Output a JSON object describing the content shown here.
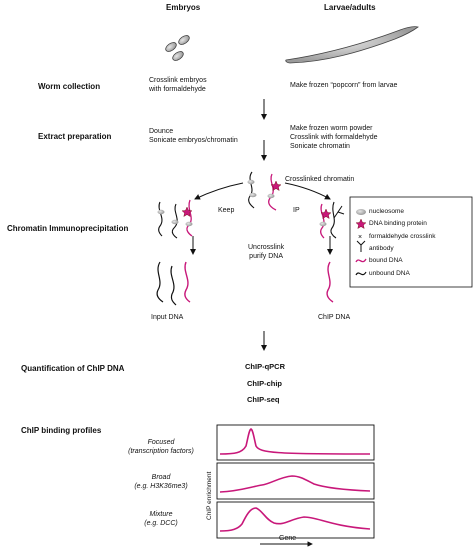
{
  "columns": {
    "left": "Embryos",
    "right": "Larvae/adults"
  },
  "stages": [
    {
      "label": "Worm collection",
      "left": [
        "Crosslink embryos",
        "with formaldehyde"
      ],
      "right": [
        "Make frozen “popcorn” from larvae"
      ]
    },
    {
      "label": "Extract preparation",
      "left": [
        "Dounce",
        "Sonicate embryos/chromatin"
      ],
      "right": [
        "Make frozen worm powder",
        "Crosslink with formaldehyde",
        "Sonicate chromatin"
      ]
    },
    {
      "label": "Chromatin Immunoprecipitation"
    },
    {
      "label": "Quantification of ChIP DNA"
    },
    {
      "label": "ChIP binding profiles"
    }
  ],
  "chip": {
    "crosslinked_label": "Crosslinked chromatin",
    "keep_label": "Keep",
    "ip_label": "IP",
    "uncrosslink": [
      "Uncrosslink",
      "purify DNA"
    ],
    "input_label": "Input DNA",
    "chip_label": "ChIP DNA"
  },
  "legend": [
    {
      "icon": "nucleosome-icon",
      "label": "nucleosome"
    },
    {
      "icon": "star-icon",
      "label": "DNA binding protein"
    },
    {
      "icon": "cross-icon",
      "label": "formaldehyde crosslink"
    },
    {
      "icon": "antibody-icon",
      "label": "antibody"
    },
    {
      "icon": "bound-dna-icon",
      "label": "bound DNA"
    },
    {
      "icon": "unbound-dna-icon",
      "label": "unbound DNA"
    }
  ],
  "methods": [
    "ChIP-qPCR",
    "ChIP-chip",
    "ChIP-seq"
  ],
  "profiles": [
    {
      "lines": [
        "Focused",
        "(transcription factors)"
      ]
    },
    {
      "lines": [
        "Broad",
        "(e.g. H3K36me3)"
      ]
    },
    {
      "lines": [
        "Mixture",
        "(e.g. DCC)"
      ]
    }
  ],
  "axes": {
    "y": "ChIP enrichment",
    "x": "Gene"
  },
  "colors": {
    "bound": "#c8187a",
    "unbound": "#111111",
    "nucleosome": "#bdbdbd"
  }
}
